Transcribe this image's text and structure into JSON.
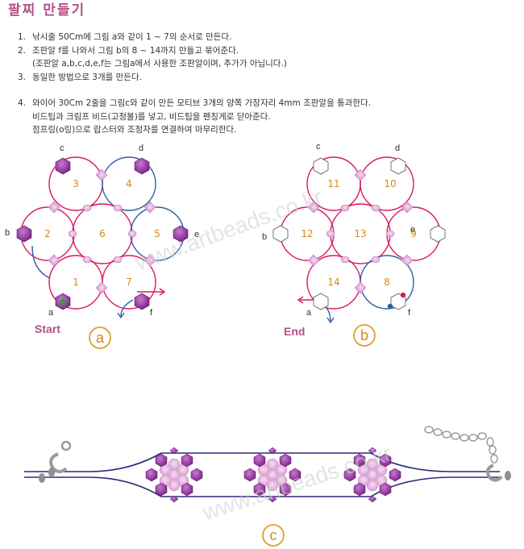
{
  "title": "팔찌 만들기",
  "steps": [
    {
      "num": "1.",
      "text": "낚시줄 50Cm에 그림 a와 같이 1 ~ 7의 순서로 만든다."
    },
    {
      "num": "2.",
      "text": "조판알 f를 나와서 그림 b의 8 ~ 14까지 만들고 묶어준다."
    },
    {
      "num": "",
      "text": "(조판알 a,b,c,d,e,f는 그림a에서 사용한 조판알이며, 추가가 아닙니다.)"
    },
    {
      "num": "3.",
      "text": "동일한 방법으로 3개를 만든다."
    },
    {
      "num": "4.",
      "text": "와이어 30Cm 2줄을 그림c와 같이 만든 모티브 3개의 양쪽 가장자리 4mm 조판알을 통과한다."
    },
    {
      "num": "",
      "text": "비드팁과 크림프 비드(고정볼)를 넣고, 비드팁을 펜칭게로 닫아준다."
    },
    {
      "num": "",
      "text": "점프링(o링)으로 랍스터와 조정자를 연결하여 마무리한다."
    }
  ],
  "diagram_a": {
    "segments": [
      "1",
      "2",
      "3",
      "4",
      "5",
      "6",
      "7"
    ],
    "beads": [
      "a",
      "b",
      "c",
      "d",
      "e",
      "f"
    ],
    "caption": "Start",
    "label": "a"
  },
  "diagram_b": {
    "segments": [
      "8",
      "9",
      "10",
      "11",
      "12",
      "13",
      "14"
    ],
    "beads": [
      "a",
      "b",
      "c",
      "d",
      "e",
      "f"
    ],
    "caption": "End",
    "label": "b"
  },
  "diagram_c": {
    "label": "c"
  },
  "watermark": "www.artbeads.co.kr",
  "colors": {
    "title": "#b3508a",
    "number": "#d08a1e",
    "red_line": "#d81b60",
    "blue_line": "#2f5fa8",
    "bead_purple": "#8e2d9a",
    "bead_pink": "#e6a8e0",
    "wire": "#2a2a7a"
  }
}
